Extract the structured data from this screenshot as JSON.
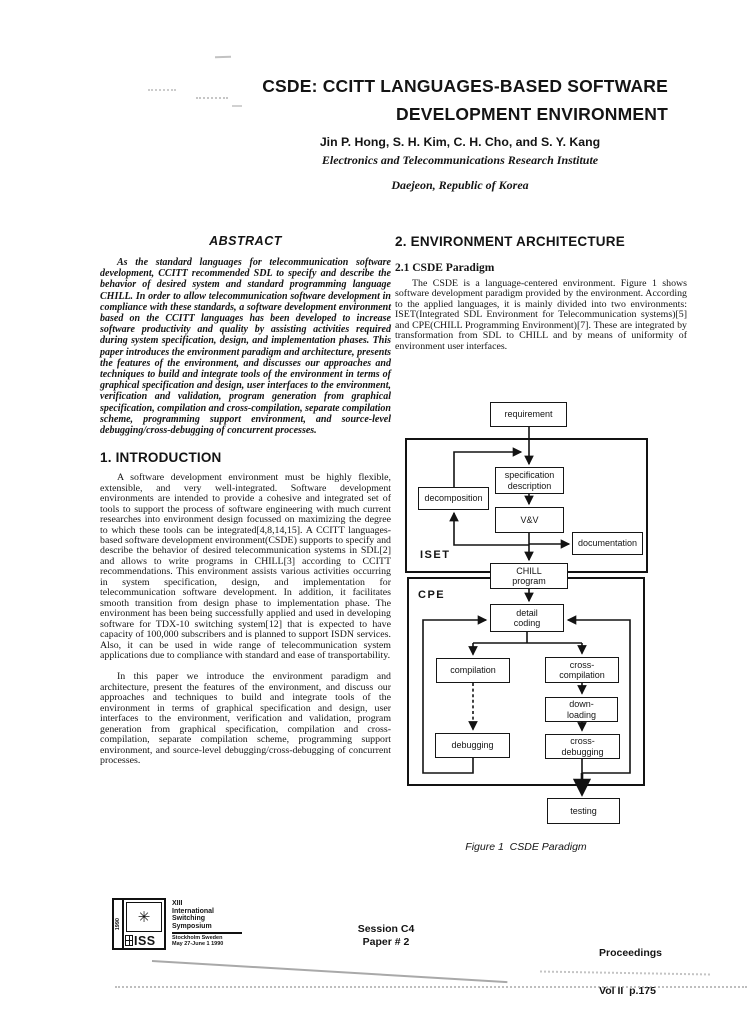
{
  "header": {
    "title_line1": "CSDE: CCITT LANGUAGES-BASED SOFTWARE",
    "title_line2": "DEVELOPMENT ENVIRONMENT",
    "authors": "Jin P. Hong, S. H. Kim, C. H. Cho, and S. Y. Kang",
    "affiliation": "Electronics and Telecommunications Research Institute",
    "location": "Daejeon, Republic of Korea"
  },
  "abstract": {
    "heading": "ABSTRACT",
    "body": "As the standard languages for telecommunication software development, CCITT recommended SDL to specify and describe the behavior of desired system and standard programming language CHILL. In order to allow telecommunication software development in compliance with these standards, a software development environment based on the CCITT languages has been developed to increase software productivity and quality by assisting activities required during system specification, design, and implementation phases. This paper introduces the environment paradigm and architecture, presents the features of the environment, and discusses our approaches and techniques to build and integrate tools of the environment in terms of graphical specification and design, user interfaces to the environment, verification and validation, program generation from graphical specification, compilation and cross-compilation, separate compilation scheme, programming support environment, and source-level debugging/cross-debugging of concurrent processes."
  },
  "introduction": {
    "heading": "1. INTRODUCTION",
    "p1": "A software development environment must be highly flexible, extensible, and very well-integrated. Software development environments are intended to provide a cohesive and integrated set of tools to support the process of software engineering with much current researches into environment design focussed on maximizing the degree to which these tools can be integrated[4,8,14,15]. A CCITT languages-based software development environment(CSDE) supports to specify and describe the behavior of desired telecommunication systems in SDL[2] and allows to write programs in CHILL[3] according to CCITT recommendations. This environment assists various activities occurring in system specification, design, and implementation for telecommunication software development. In addition, it facilitates smooth transition from design phase to implementation phase. The environment has been being successfully applied and used in developing software for TDX-10 switching system[12] that is expected to have capacity of 100,000 subscribers and is planned to support ISDN services. Also, it can be used in wide range of telecommunication system applications due to compliance with standard and ease of transportability.",
    "p2": "In this paper we introduce the environment paradigm and architecture, present the features of the environment, and discuss our approaches and techniques to build and integrate tools of the environment in terms of graphical specification and design, user interfaces to the environment, verification and validation, program generation from graphical specification, compilation and cross-compilation, separate compilation scheme, programming support environment, and source-level debugging/cross-debugging of concurrent processes."
  },
  "architecture": {
    "heading": "2. ENVIRONMENT ARCHITECTURE",
    "sub_heading": "2.1 CSDE Paradigm",
    "p1": "The CSDE is a language-centered environment. Figure 1 shows software development paradigm provided by the environment. According to the applied languages, it is mainly divided into two environments: ISET(Integrated SDL Environment for Telecommunication systems)[5] and CPE(CHILL Programming Environment)[7]. These are integrated by transformation from SDL to CHILL and by means of uniformity of environment user interfaces."
  },
  "figure": {
    "caption": "Figure 1  CSDE Paradigm",
    "iset_label": "ISET",
    "cpe_label": "CPE",
    "nodes": {
      "requirement": "requirement",
      "specification": "specification\ndescription",
      "decomposition": "decomposition",
      "vv": "V&V",
      "documentation": "documentation",
      "chill": "CHILL\nprogram",
      "detail_coding": "detail\ncoding",
      "compilation": "compilation",
      "cross_compilation": "cross-\ncompilation",
      "downloading": "down-\nloading",
      "debugging": "debugging",
      "cross_debugging": "cross-\ndebugging",
      "testing": "testing"
    }
  },
  "footer": {
    "logo": {
      "iss": "ISS",
      "year_strip": "1990",
      "star_icon": "✳",
      "symposium_lines": "XIII\nInternational\nSwitching\nSymposium",
      "venue_lines": "Stockholm Sweden\nMay 27-June 1 1990"
    },
    "session_line1": "Session C4",
    "session_line2": "Paper # 2",
    "proc_line1": "Proceedings",
    "proc_line2": "Vol II  p.175"
  }
}
